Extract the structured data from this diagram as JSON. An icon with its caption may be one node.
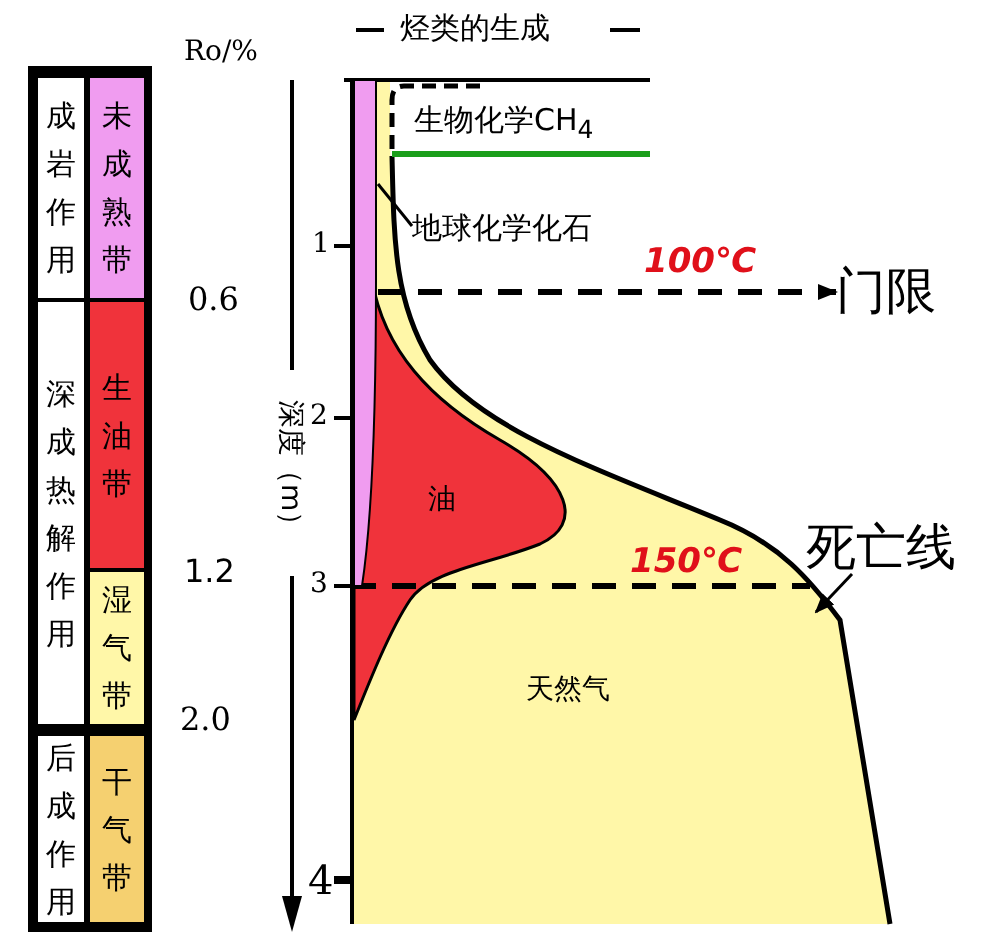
{
  "diagram": {
    "title": "烃类的生成",
    "nodes": [
      {
        "text": [
          "成岩作用"
        ]
      },
      {
        "text": [
          "未成熟带"
        ]
      },
      {
        "text": [
          "深成热解作用"
        ]
      },
      {
        "text": [
          "生油带"
        ]
      },
      {
        "text": [
          "湿气带"
        ]
      },
      {
        "text": [
          "后成作用"
        ]
      },
      {
        "text": [
          "干气带"
        ]
      },
      {
        "text": [
          "地球化学化石"
        ]
      },
      {
        "text": [],
        "shape": "band"
      },
      {
        "text": [
          "门限"
        ]
      },
      {
        "text": [
          "死亡线"
        ]
      }
    ],
    "edges": [
      {
        "from": 8,
        "to": 9,
        "arrow": "to",
        "style": "dashed",
        "label": "100℃"
      },
      {
        "from": 10,
        "to": null,
        "arrow": "to"
      },
      {
        "from": 7,
        "to": 8,
        "arrow": "none"
      }
    ],
    "labels": [
      "Ro/%",
      "0.6",
      "1.2",
      "2.0",
      "深度（m）",
      "1",
      "2",
      "3",
      "4",
      "生物化学CH$_{4}$",
      "油",
      "150℃",
      "天然气"
    ]
  }
}
